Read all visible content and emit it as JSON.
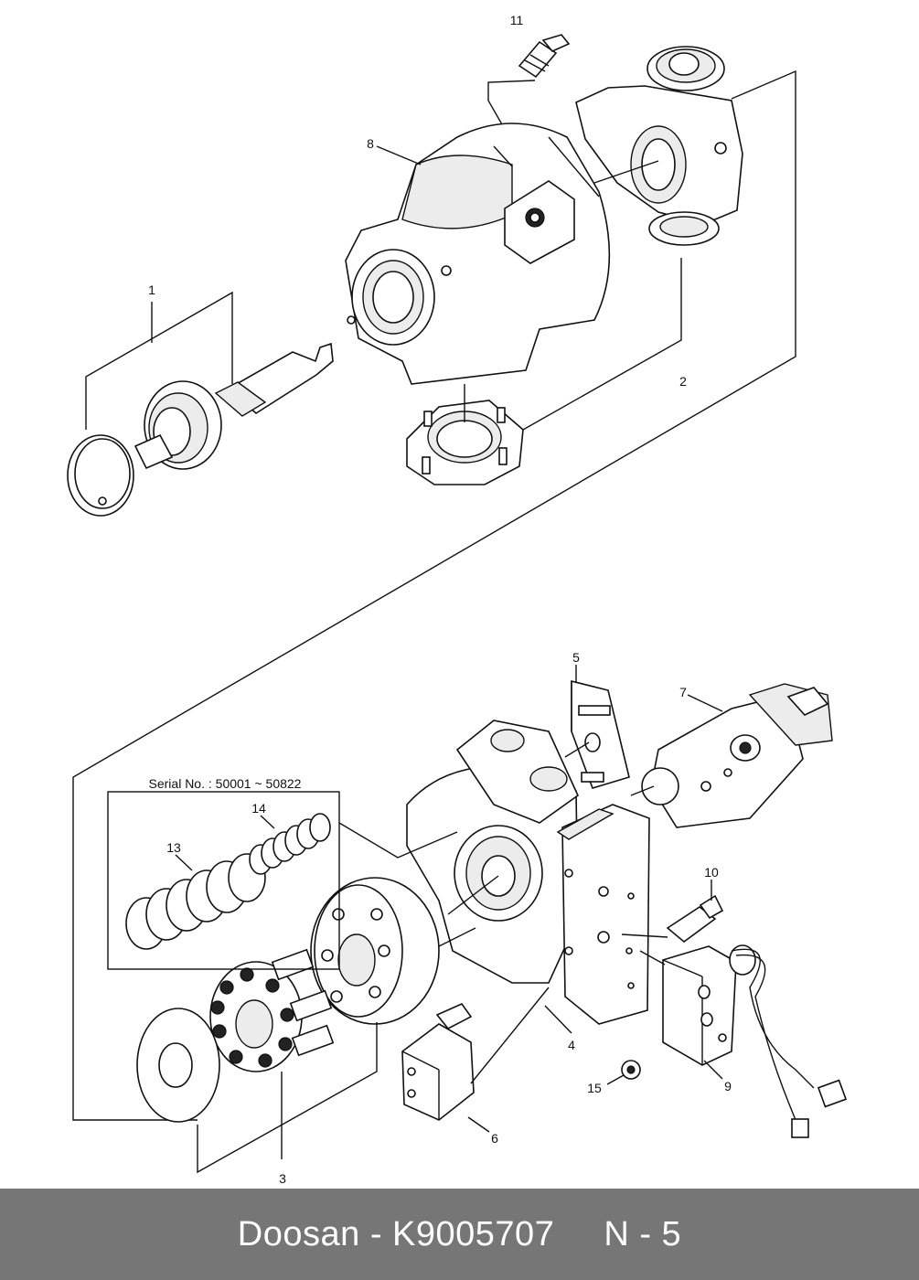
{
  "diagram": {
    "callouts": [
      "1",
      "2",
      "3",
      "4",
      "5",
      "6",
      "7",
      "8",
      "9",
      "10",
      "11",
      "13",
      "14",
      "15"
    ],
    "inset_title": "Serial No. : 50001 ~ 50822"
  },
  "footer": {
    "brand": "Doosan",
    "separator": "-",
    "part_number": "K9005707",
    "page": "N - 5"
  }
}
